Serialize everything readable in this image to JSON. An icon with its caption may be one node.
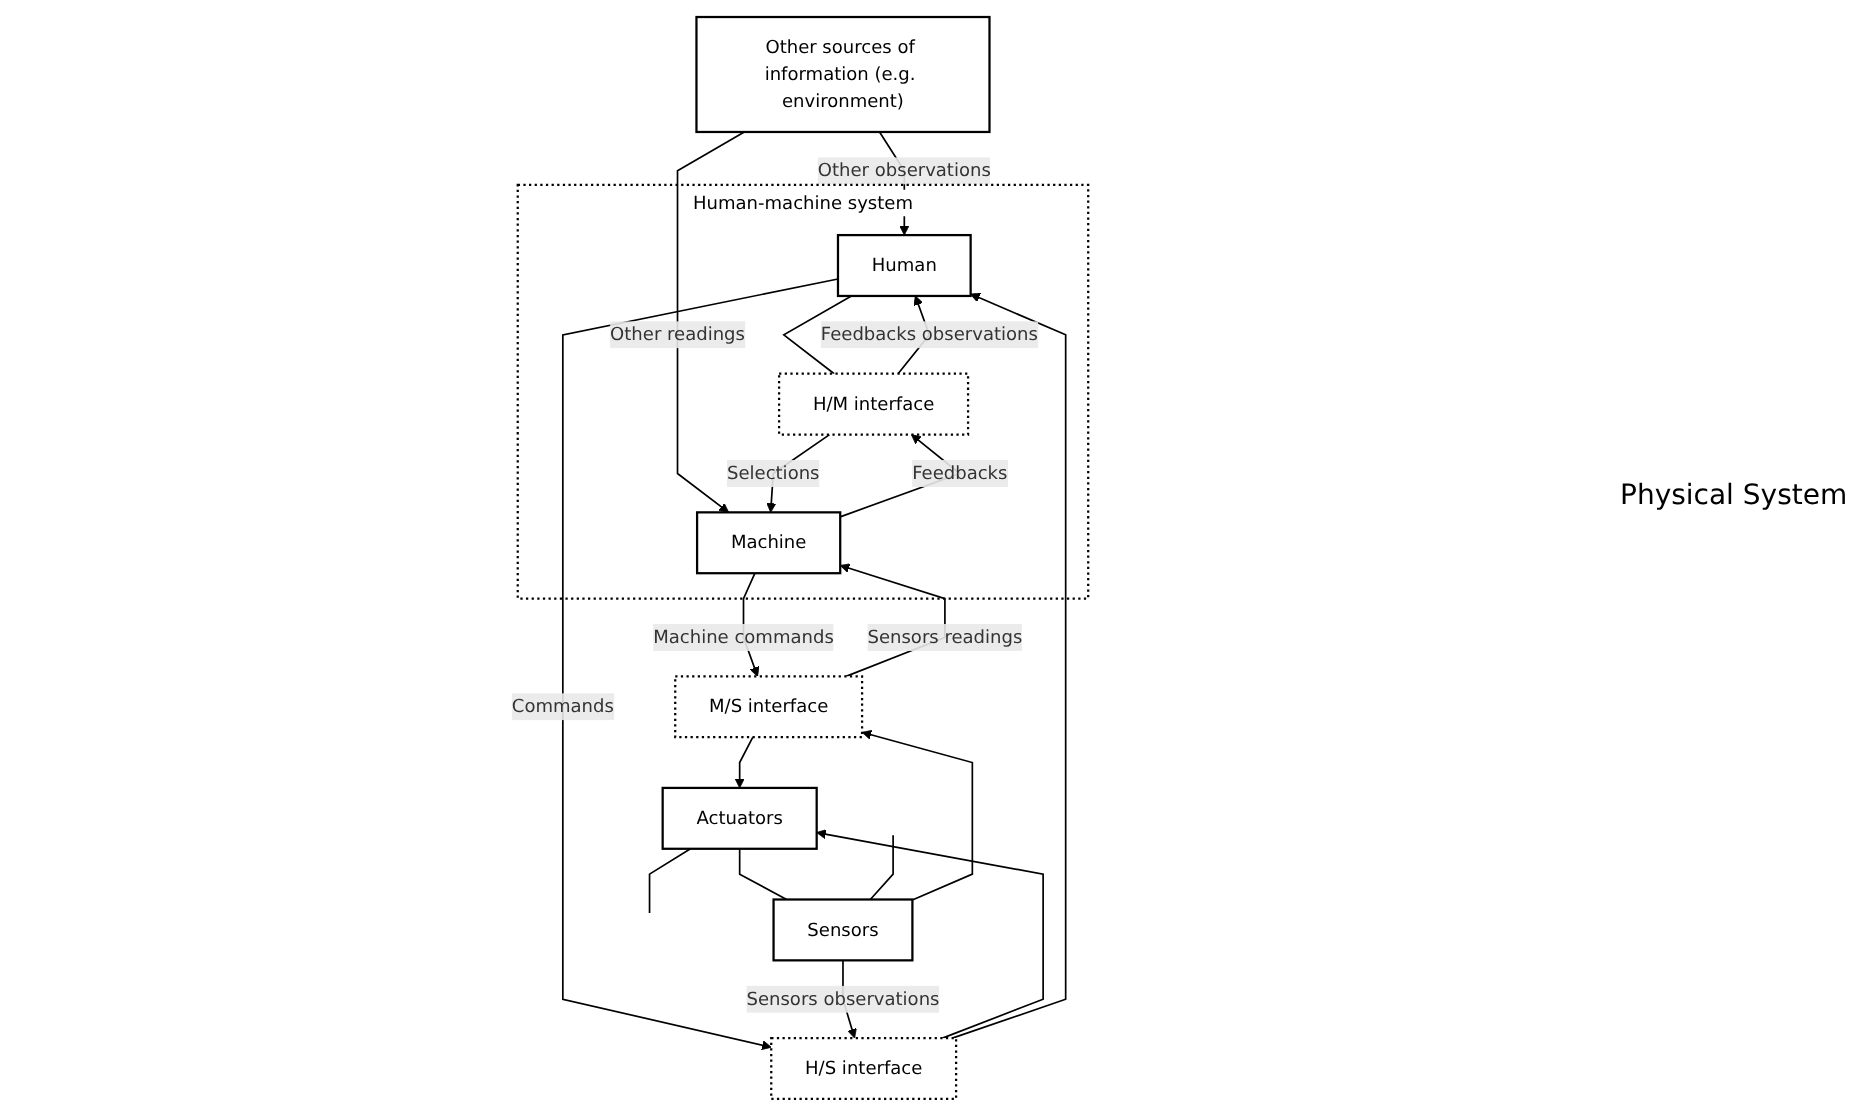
{
  "diagram": {
    "nodes": [
      {
        "text": [
          "Human-machine system"
        ]
      },
      {
        "text": [
          "Human"
        ],
        "in": 0
      },
      {
        "text": [
          "H/M interface"
        ],
        "in": 0
      },
      {
        "text": [
          "Machine"
        ],
        "in": 0
      },
      {
        "text": [
          "Other sources of information (e.g. environment)"
        ]
      },
      {
        "text": [
          "H/S interface"
        ]
      },
      {
        "text": [
          "Actuators"
        ]
      },
      {
        "text": [
          "Sensors"
        ]
      },
      {
        "text": [
          "M/S interface"
        ]
      }
    ],
    "edges": [
      {
        "from": 4,
        "to": 1,
        "arrow": "to",
        "label": "Other observations"
      },
      {
        "from": 4,
        "to": 3,
        "arrow": "to",
        "label": "Other readings"
      },
      {
        "from": 3,
        "to": 2,
        "arrow": "to",
        "label": "Feedbacks"
      },
      {
        "from": 2,
        "to": 1,
        "arrow": "to",
        "label": "Feedbacks observations"
      },
      {
        "from": 1,
        "to": 2,
        "arrow": "none"
      },
      {
        "from": 2,
        "to": 3,
        "arrow": "to",
        "label": "Selections"
      },
      {
        "from": 1,
        "to": 5,
        "arrow": "to",
        "label": "Commands"
      },
      {
        "from": 5,
        "to": 6,
        "arrow": "to"
      },
      {
        "from": 7,
        "to": 5,
        "arrow": "to",
        "label": "Sensors observations"
      },
      {
        "from": 5,
        "to": 1,
        "arrow": "to"
      },
      {
        "from": 7,
        "to": 8,
        "arrow": "to"
      },
      {
        "from": 8,
        "to": 3,
        "arrow": "to",
        "label": "Sensors readings"
      },
      {
        "from": 3,
        "to": 8,
        "arrow": "to",
        "label": "Machine commands"
      },
      {
        "from": 8,
        "to": 6,
        "arrow": "to"
      },
      {
        "from": 6,
        "to": 7,
        "arrow": "none"
      },
      {
        "from": 6,
        "to": null,
        "arrow": "none"
      },
      {
        "from": null,
        "to": 7,
        "arrow": "none"
      }
    ],
    "labels": [
      "Physical System"
    ]
  }
}
